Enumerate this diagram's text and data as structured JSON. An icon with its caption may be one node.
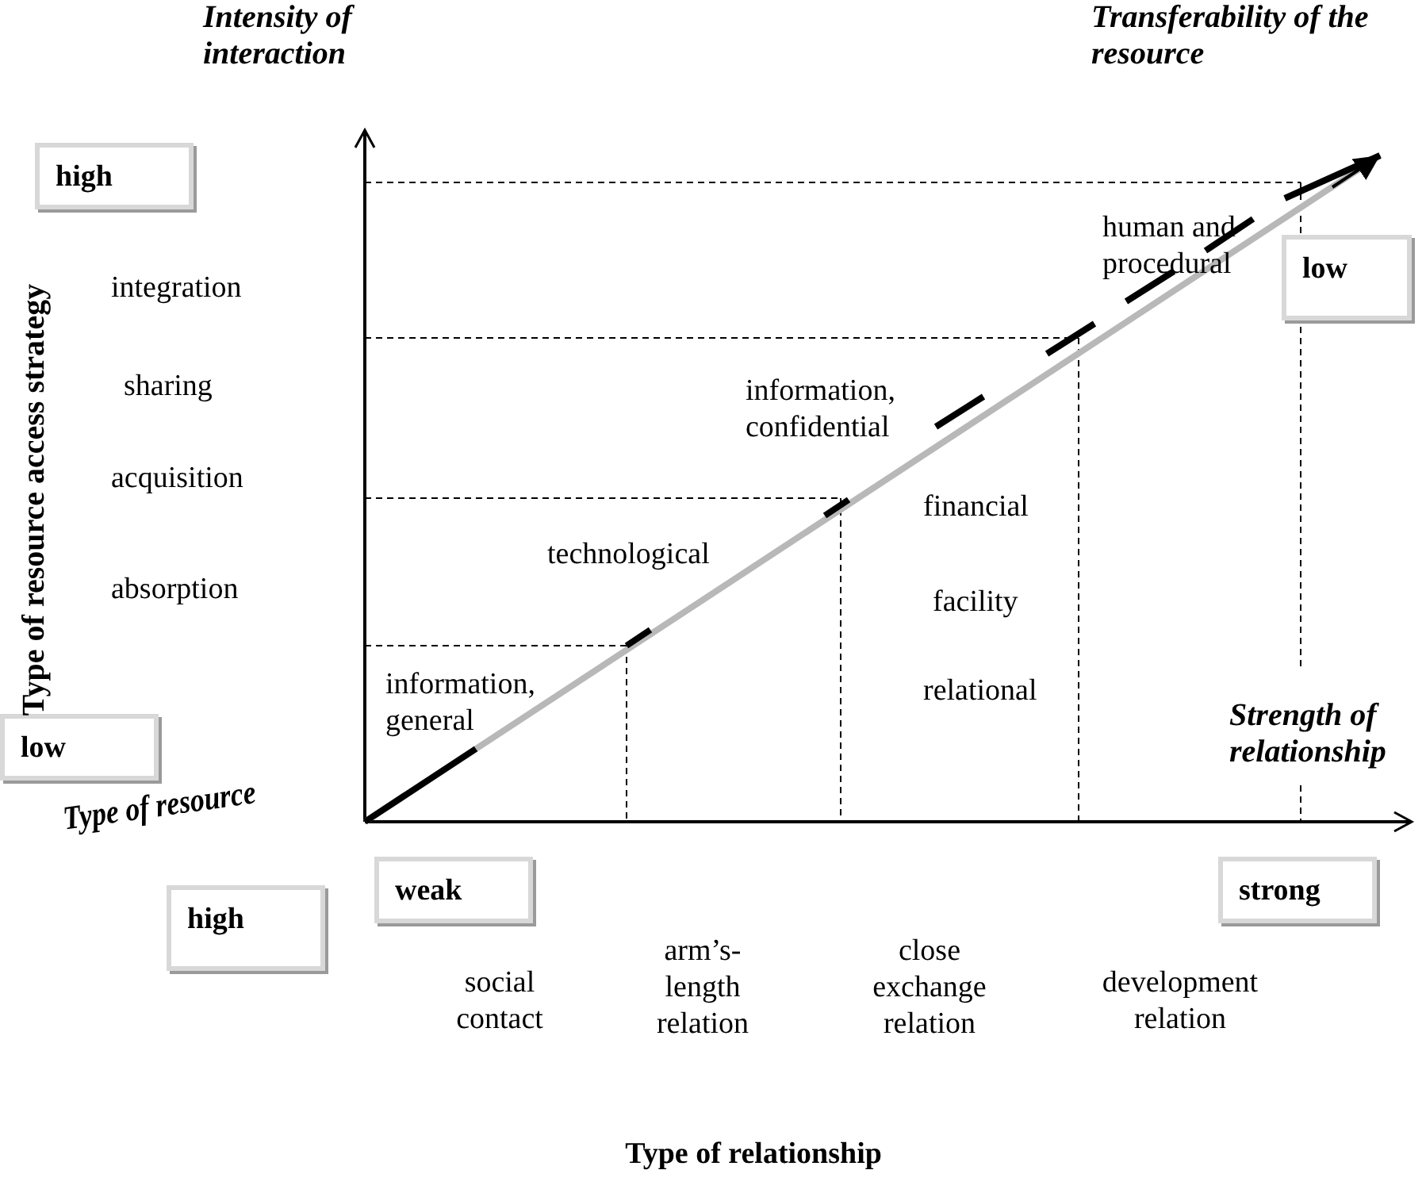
{
  "diagram": {
    "nodes": [
      {
        "text": [
          "high"
        ]
      },
      {
        "text": [
          "low"
        ]
      },
      {
        "text": [
          "low"
        ]
      },
      {
        "text": [
          "high"
        ]
      },
      {
        "text": [
          "weak"
        ]
      },
      {
        "text": [
          "strong"
        ]
      }
    ],
    "edges": [],
    "labels": [
      "Intensity of interaction",
      "Transferability of the resource",
      "Type of resource access strategy",
      "integration",
      "sharing",
      "acquisition",
      "absorption",
      "human and procedural",
      "information, confidential",
      "technological",
      "financial",
      "facility",
      "relational",
      "information, general",
      "Strength of relationship",
      "Type of resource",
      "social contact",
      "arm’s-length relation",
      "close exchange relation",
      "development relation",
      "Type of relationship"
    ]
  }
}
